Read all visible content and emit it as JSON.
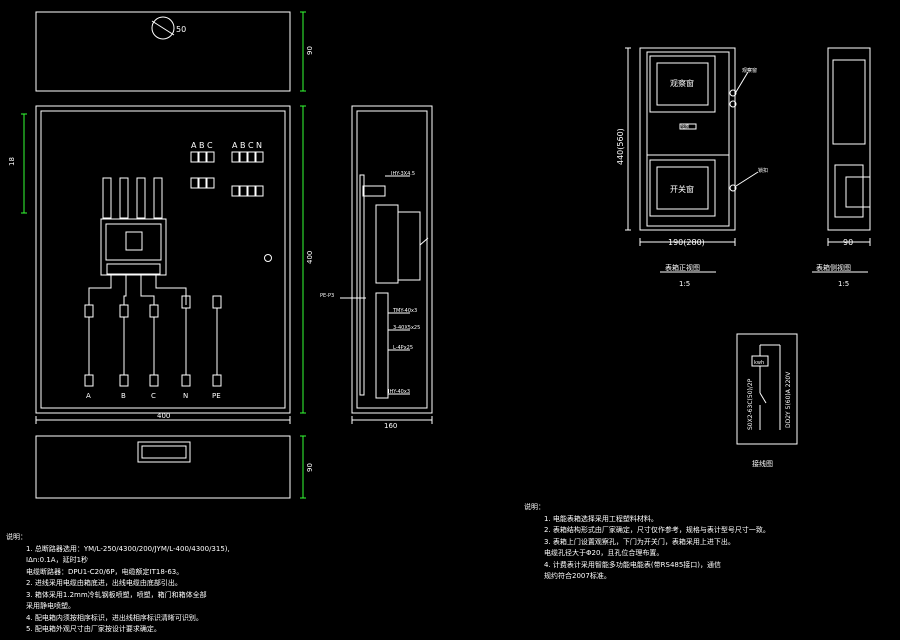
{
  "left_view": {
    "top_box_dim_label": "50",
    "top_box_height_label": "90",
    "cabinet_height_label": "18",
    "cabinet_width_label": "400",
    "cabinet_side_label": "400",
    "bottom_box_height_label": "90",
    "busbar_phases_left": [
      "A",
      "B",
      "C"
    ],
    "busbar_phases_right": [
      "A",
      "B",
      "C",
      "N"
    ],
    "terminal_labels": [
      "A",
      "B",
      "C",
      "N",
      "PE"
    ]
  },
  "side_view": {
    "width_label": "160",
    "callouts": [
      "IHY-3X4.5",
      "TMY-40x3",
      "3-40X5x25",
      "L-4Px25",
      "IHY-40x3"
    ],
    "left_callout": "PE-P3"
  },
  "meter_box_front": {
    "meter_window_label": "观察窗",
    "switch_window_label": "开关窗",
    "nameplate": "铭牌",
    "lock_label": "观察窗",
    "hinge_label": "锁扣",
    "height_label": "440(560)",
    "width_label": "190(280)",
    "title": "表箱正视图",
    "scale": "1:5"
  },
  "meter_box_side": {
    "width_label": "90",
    "title": "表箱侧视图",
    "scale": "1:5"
  },
  "wiring": {
    "meter_label": "kwh",
    "breaker_label": "S0X2-63C(50)/2P",
    "cable_label": "DD2Y 5(60)A 220V",
    "title": "接线图"
  },
  "notes_left": {
    "title": "说明：",
    "lines": [
      "1. 总断路器选用：YM/L-250/4300/200/JYM/L-400/4300/315),",
      "   IΔn:0.1A，延时1秒",
      "   电缆断路器：DPU1-C20/6P，电缆额定IT18-63。",
      "2. 进线采用电缆由箱底进，出线电缆由底部引出。",
      "3. 箱体采用1.2mm冷轧钢板喷塑，喷塑，箱门和箱体全部",
      "   采用静电喷塑。",
      "4. 配电箱内须按相序标识，进出线相序标识清晰可识别。",
      "5. 配电箱外观尺寸由厂家按设计要求确定。"
    ]
  },
  "notes_right": {
    "title": "说明：",
    "lines": [
      "1. 电能表箱选择采用工程塑料材料。",
      "2. 表箱结构形式由厂家确定，尺寸仅作参考，规格与表计型号尺寸一致。",
      "3. 表箱上门设置观察孔，下门为开关门，表箱采用上进下出。",
      "   电缆孔径大于Φ20，且孔位合理布置。",
      "4. 计费表计采用智能多功能电能表(带RS485接口)，通信",
      "   规约符合2007标准。"
    ]
  }
}
